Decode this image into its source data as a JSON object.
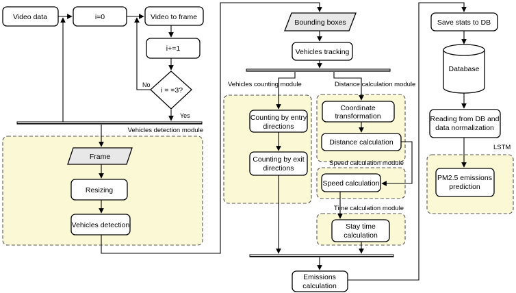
{
  "nodes": {
    "video_data": "Video data",
    "i_zero": "i=0",
    "video_to_frame": "Video to frame",
    "i_increment": "i+=1",
    "i_check": "i = =3?",
    "bounding_boxes": "Bounding boxes",
    "vehicles_tracking": "Vehicles tracking",
    "save_stats": "Save stats to DB",
    "database": "Database",
    "frame": "Frame",
    "resizing": "Resizing",
    "vehicles_detection": "Vehicles detection",
    "counting_entry_1": "Counting by entry",
    "counting_entry_2": "directions",
    "counting_exit_1": "Counting by exit",
    "counting_exit_2": "directions",
    "coord_1": "Coordinate",
    "coord_2": "transformation",
    "distance_calc": "Distance calculation",
    "speed_calc": "Speed calculation",
    "stay_1": "Stay time",
    "stay_2": "calculation",
    "reading_1": "Reading from DB and",
    "reading_2": "data normalization",
    "pm_1": "PM2.5 emissions",
    "pm_2": "prediction",
    "emissions_1": "Emissions",
    "emissions_2": "calculation"
  },
  "edges": {
    "no": "No",
    "yes": "Yes"
  },
  "modules": {
    "detection": "Vehicles detection module",
    "counting": "Vehicles counting module",
    "distance": "Distance calculation module",
    "speed": "Speed calculation module",
    "time": "Time calculation module",
    "lstm": "LSTM"
  }
}
